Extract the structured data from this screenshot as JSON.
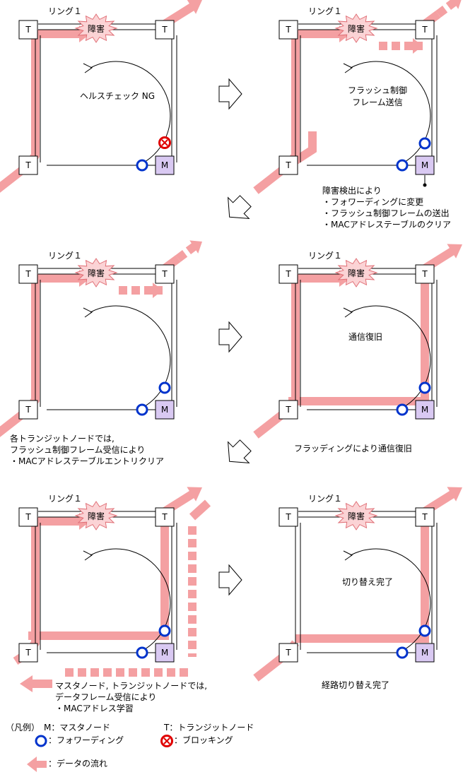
{
  "ring_label": "リング１",
  "fault_label": "障害",
  "node_t": "T",
  "node_m": "M",
  "panels": [
    {
      "id": "p1",
      "center_text": [
        "ヘルスチェック NG"
      ],
      "master_port": "blocking"
    },
    {
      "id": "p2",
      "center_text": [
        "フラッシュ制御",
        "フレーム送信"
      ],
      "master_port": "forwarding",
      "note": [
        "障害検出により",
        "・フォワーディングに変更",
        "・フラッシュ制御フレームの送出",
        "・MACアドレステーブルのクリア"
      ]
    },
    {
      "id": "p3",
      "center_text": [],
      "master_port": "forwarding",
      "note": [
        "各トランジットノードでは,",
        "フラッシュ制御フレーム受信により",
        "・MACアドレステーブルエントリクリア"
      ]
    },
    {
      "id": "p4",
      "center_text": [
        "通信復旧"
      ],
      "master_port": "forwarding",
      "note": [
        "フラッディングにより通信復旧"
      ]
    },
    {
      "id": "p5",
      "center_text": [],
      "master_port": "forwarding",
      "note": [
        "マスタノード, トランジットノードでは,",
        "データフレーム受信により",
        "・MACアドレス学習"
      ]
    },
    {
      "id": "p6",
      "center_text": [
        "切り替え完了"
      ],
      "master_port": "forwarding",
      "note": [
        "経路切り替え完了"
      ]
    }
  ],
  "legend": {
    "prefix": "（凡例）",
    "master": "M：マスタノード",
    "transit": "T：トランジットノード",
    "forwarding": "：フォワーディング",
    "blocking": "：ブロッキング",
    "data_flow": "：データの流れ"
  },
  "colors": {
    "flow": "#f4a0a2",
    "fault_fill": "#fbd3d5",
    "master_fill": "#d9c9f2",
    "forwarding": "#0033cc",
    "blocking": "#e00000"
  }
}
